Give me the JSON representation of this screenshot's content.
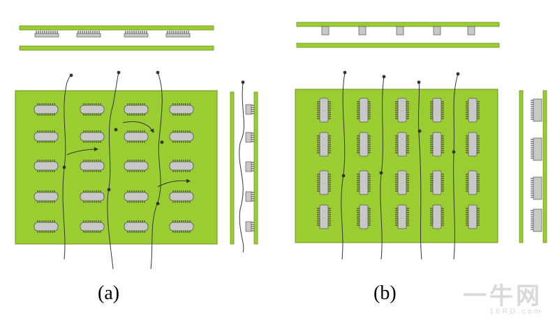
{
  "captions": {
    "a": "(a)",
    "b": "(b)"
  },
  "watermark": {
    "main": "一牛网",
    "sub": "16RD.com"
  },
  "colors": {
    "board": "#9acd32",
    "board_edge": "#6b8e23",
    "chip": "#c8c8c8",
    "chip_edge": "#555555",
    "pin": "#333333",
    "flow": "#333333"
  },
  "layouts": {
    "a": {
      "chip_orientation": "horizontal",
      "rows": 5,
      "cols": 4
    },
    "b": {
      "chip_orientation": "vertical",
      "rows": 4,
      "cols": 5
    }
  }
}
